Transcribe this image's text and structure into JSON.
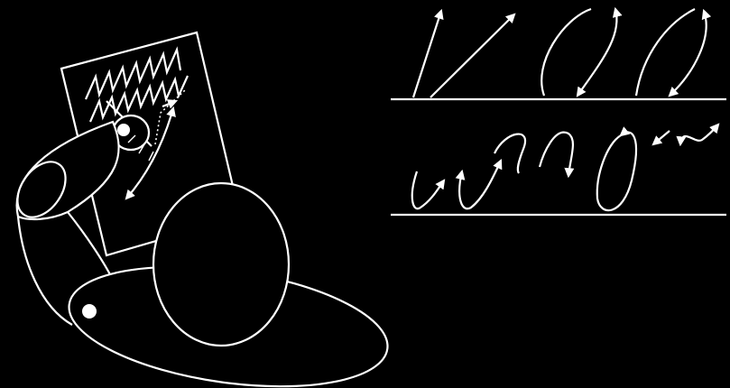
{
  "colors": {
    "background": "#000000",
    "stroke": "#ffffff"
  },
  "figure": {
    "left_panel": "writer-with-paper",
    "right_panel": "stroke-direction-examples",
    "right_rows": 2
  }
}
